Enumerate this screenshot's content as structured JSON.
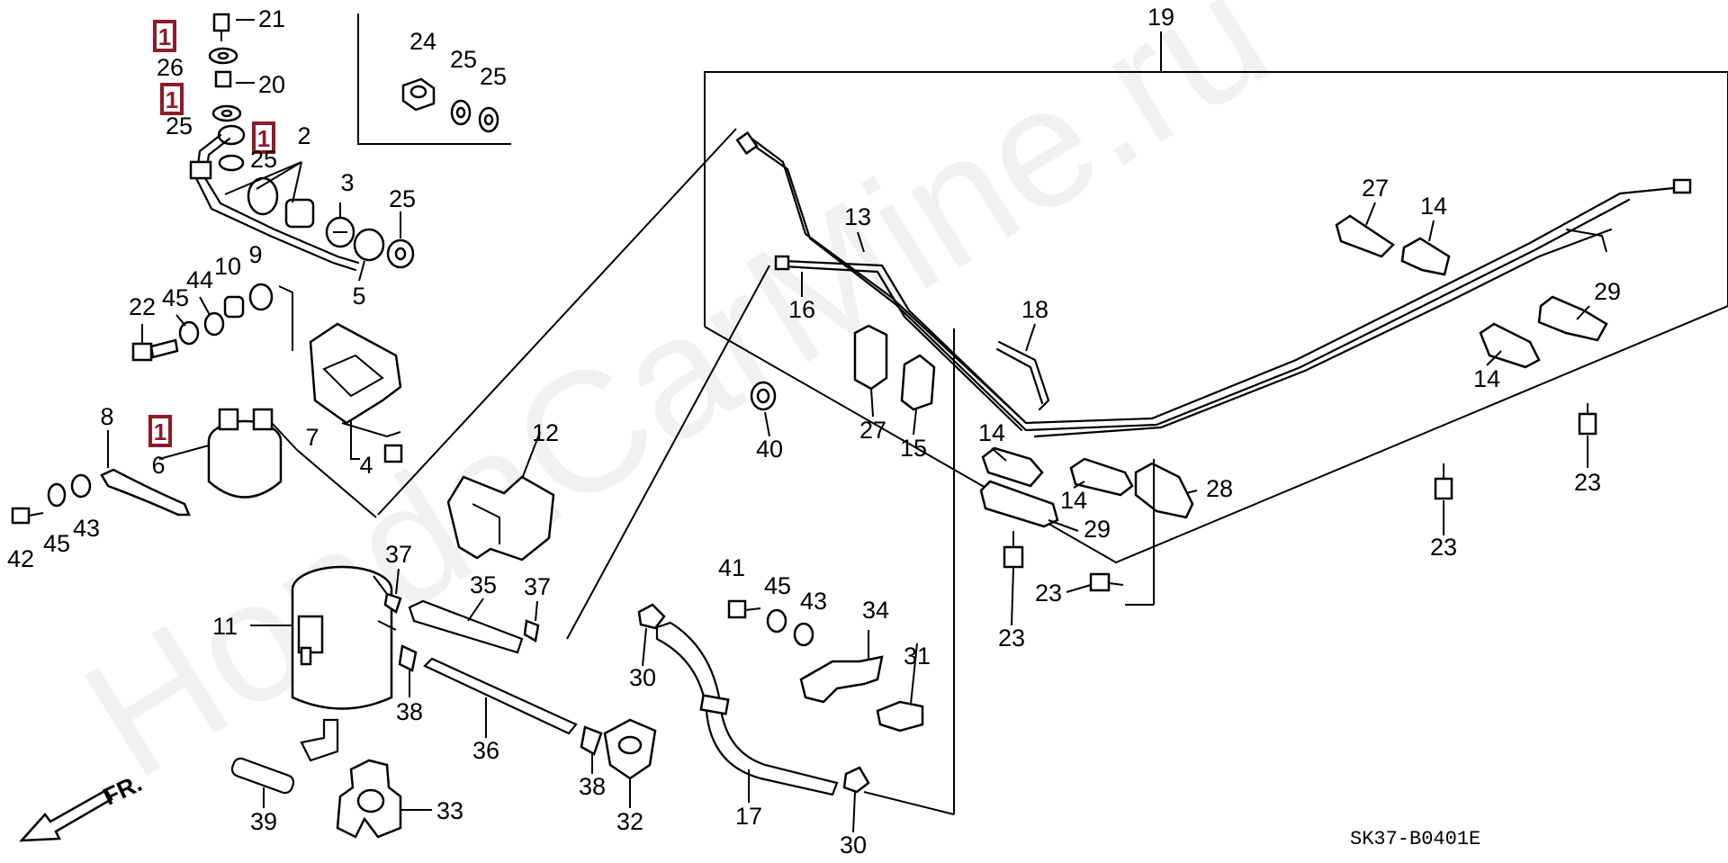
{
  "diagram": {
    "code": "SK37-B0401E",
    "watermark": "HondaCarMine.ru",
    "direction_label": "FR.",
    "badge": "1",
    "callouts": {
      "c1": "1",
      "c2": "2",
      "c3": "3",
      "c4": "4",
      "c5": "5",
      "c6": "6",
      "c7": "7",
      "c8": "8",
      "c9": "9",
      "c10": "10",
      "c11": "11",
      "c12": "12",
      "c13": "13",
      "c14": "14",
      "c15": "15",
      "c16": "16",
      "c17": "17",
      "c18": "18",
      "c19": "19",
      "c20": "20",
      "c21": "21",
      "c22": "22",
      "c23": "23",
      "c24": "24",
      "c25": "25",
      "c26": "26",
      "c27": "27",
      "c28": "28",
      "c29": "29",
      "c30": "30",
      "c31": "31",
      "c32": "32",
      "c33": "33",
      "c34": "34",
      "c35": "35",
      "c36": "36",
      "c37": "37",
      "c38": "38",
      "c39": "39",
      "c40": "40",
      "c41": "41",
      "c42": "42",
      "c43": "43",
      "c44": "44",
      "c45": "45"
    },
    "colors": {
      "line": "#000000",
      "badge": "#8b1c2c",
      "background": "#ffffff"
    }
  }
}
